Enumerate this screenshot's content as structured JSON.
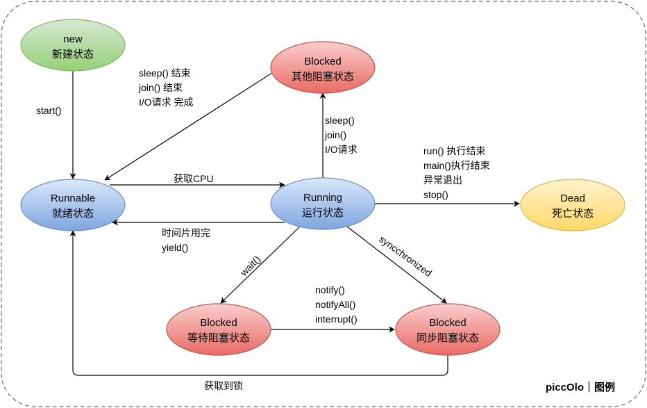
{
  "colors": {
    "green_fill_top": "#d5e8d4",
    "green_fill_bottom": "#97d077",
    "green_stroke": "#82b366",
    "blue_fill_top": "#dae8fc",
    "blue_fill_bottom": "#7ea6e0",
    "blue_stroke": "#6c8ebf",
    "red_fill_top": "#f8cecc",
    "red_fill_bottom": "#ea6b66",
    "red_stroke": "#b85450",
    "yellow_fill_top": "#fff2cc",
    "yellow_fill_bottom": "#ffd966",
    "yellow_stroke": "#d6b656"
  },
  "nodes": {
    "new": {
      "title": "new",
      "subtitle": "新建状态"
    },
    "runnable": {
      "title": "Runnable",
      "subtitle": "就绪状态"
    },
    "running": {
      "title": "Running",
      "subtitle": "运行状态"
    },
    "dead": {
      "title": "Dead",
      "subtitle": "死亡状态"
    },
    "blocked_other": {
      "title": "Blocked",
      "subtitle": "其他阻塞状态"
    },
    "blocked_wait": {
      "title": "Blocked",
      "subtitle": "等待阻塞状态"
    },
    "blocked_sync": {
      "title": "Blocked",
      "subtitle": "同步阻塞状态"
    }
  },
  "edges": {
    "start": [
      "start()"
    ],
    "resume_other": [
      "sleep() 结束",
      "join() 结束",
      "I/O请求 完成"
    ],
    "get_cpu": [
      "获取CPU"
    ],
    "yield": [
      "时间片用完",
      "yield()"
    ],
    "to_other": [
      "sleep()",
      "join()",
      "I/O请求"
    ],
    "to_dead": [
      "run() 执行结束",
      "main()执行结束",
      "异常退出",
      "stop()"
    ],
    "wait": [
      "wait()"
    ],
    "sync": [
      "syncchronized"
    ],
    "notify": [
      "notify()",
      "notifyAll()",
      "interrupt()"
    ],
    "get_lock": [
      "获取到锁"
    ]
  },
  "credit": "piccOlo｜图例"
}
